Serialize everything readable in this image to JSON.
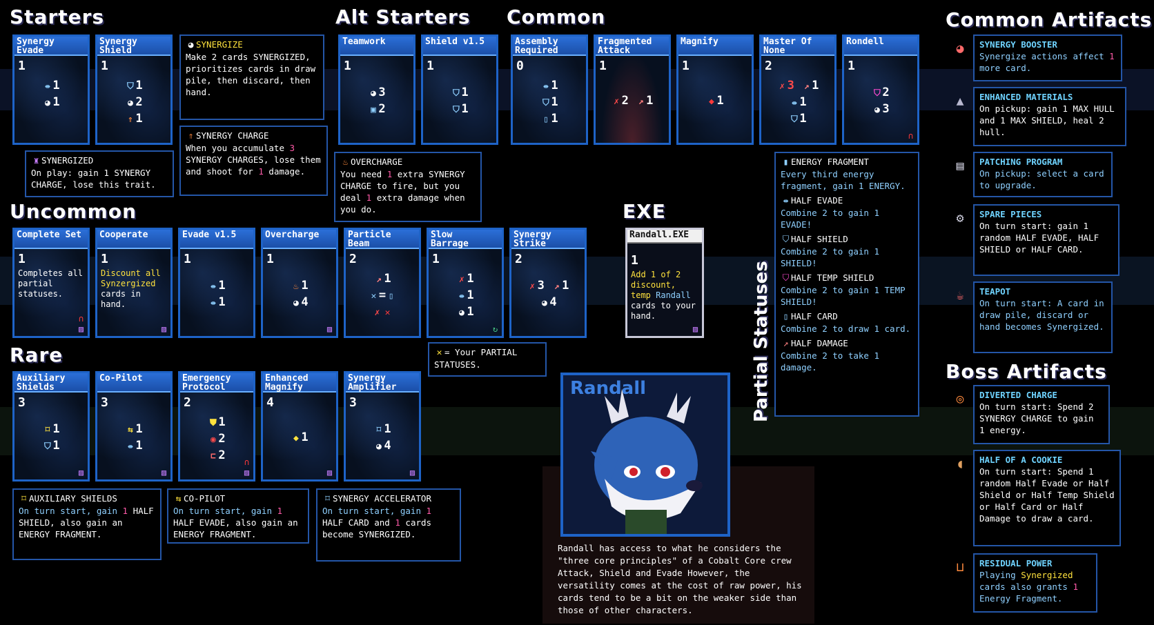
{
  "headings": {
    "starters": "Starters",
    "alt_starters": "Alt Starters",
    "common": "Common",
    "uncommon": "Uncommon",
    "rare": "Rare",
    "exe": "EXE",
    "partial_statuses": "Partial Statuses",
    "common_artifacts": "Common Artifacts",
    "boss_artifacts": "Boss Artifacts"
  },
  "cards": {
    "synergy_evade": {
      "title": "Synergy\nEvade",
      "cost": "1",
      "a1": "1",
      "a2": "1"
    },
    "synergy_shield": {
      "title": "Synergy\nShield",
      "cost": "1",
      "a1": "1",
      "a2": "2",
      "a3": "1"
    },
    "teamwork": {
      "title": "Teamwork",
      "cost": "1",
      "a1": "3",
      "a2": "2"
    },
    "shield_v15": {
      "title": "Shield v1.5",
      "cost": "1",
      "a1": "1",
      "a2": "1"
    },
    "assembly_required": {
      "title": "Assembly\nRequired",
      "cost": "0",
      "a1": "1",
      "a2": "1",
      "a3": "1"
    },
    "fragmented_attack": {
      "title": "Fragmented\nAttack",
      "cost": "1",
      "a1": "2",
      "a2": "1"
    },
    "magnify": {
      "title": "Magnify",
      "cost": "1",
      "a1": "1"
    },
    "master_of_none": {
      "title": "Master Of\nNone",
      "cost": "2",
      "a1": "3",
      "a2": "1",
      "a3": "1",
      "a4": "1"
    },
    "rondell": {
      "title": "Rondell",
      "cost": "1",
      "a1": "2",
      "a2": "3"
    },
    "complete_set": {
      "title": "Complete Set",
      "cost": "1",
      "desc": "Completes all partial statuses."
    },
    "cooperate": {
      "title": "Cooperate",
      "cost": "1",
      "desc_a": "Discount all ",
      "desc_b": "Synzergized",
      "desc_c": " cards in hand."
    },
    "evade_v15": {
      "title": "Evade v1.5",
      "cost": "1",
      "a1": "1",
      "a2": "1"
    },
    "overcharge": {
      "title": "Overcharge",
      "cost": "1",
      "a1": "1",
      "a2": "4"
    },
    "particle_beam": {
      "title": "Particle\nBeam",
      "cost": "2",
      "a1": "1",
      "a2": "=",
      "a3": ""
    },
    "slow_barrage": {
      "title": "Slow\nBarrage",
      "cost": "1",
      "a1": "1",
      "a2": "1",
      "a3": "1"
    },
    "synergy_strike": {
      "title": "Synergy\nStrike",
      "cost": "2",
      "a1": "3",
      "a2": "1",
      "a3": "4"
    },
    "auxiliary_shields": {
      "title": "Auxiliary\nShields",
      "cost": "3",
      "a1": "1",
      "a2": "1"
    },
    "co_pilot": {
      "title": "Co-Pilot",
      "cost": "3",
      "a1": "1",
      "a2": "1"
    },
    "emergency_protocol": {
      "title": "Emergency\nProtocol",
      "cost": "2",
      "a1": "1",
      "a2": "2",
      "a3": "2"
    },
    "enhanced_magnify": {
      "title": "Enhanced\nMagnify",
      "cost": "4",
      "a1": "1"
    },
    "synergy_amplifier": {
      "title": "Synergy\nAmplifier",
      "cost": "3",
      "a1": "1",
      "a2": "4"
    },
    "randall_exe": {
      "title": "Randall.EXE",
      "cost": "1",
      "d1": "Add 1 of 2",
      "d2": "discount,",
      "d3": "temp",
      "d4": " Randall",
      "d5": "cards to your hand."
    }
  },
  "boxes": {
    "synergize": {
      "title": "SYNERGIZE",
      "text": "Make 2 cards SYNERGIZED, prioritizes cards in draw pile, then discard, then hand."
    },
    "synergy_charge": {
      "title": "SYNERGY CHARGE",
      "t1": "When you accumulate ",
      "t2": "3",
      "t3": " SYNERGY CHARGES, lose them and shoot for ",
      "t4": "1",
      "t5": " damage."
    },
    "synergized": {
      "title": "SYNERGIZED",
      "text": "On play: gain 1 SYNERGY CHARGE, lose this trait."
    },
    "overcharge": {
      "title": "OVERCHARGE",
      "t1": "You need ",
      "t2": "1",
      "t3": " extra SYNERGY CHARGE to fire, but you deal ",
      "t4": "1",
      "t5": " extra damage when you do."
    },
    "partial_note": {
      "t1": "= Your PARTIAL STATUSES."
    },
    "auxiliary": {
      "title": "AUXILIARY SHIELDS",
      "t1": "On turn start, gain ",
      "t2": "1",
      "t3": " HALF SHIELD, also gain an ENERGY FRAGMENT."
    },
    "copilot": {
      "title": "CO-PILOT",
      "t1": "On turn start, gain ",
      "t2": "1",
      "t3": " HALF EVADE, also gain an ENERGY FRAGMENT."
    },
    "accelerator": {
      "title": "SYNERGY ACCELERATOR",
      "t1": "On turn start, gain ",
      "t2": "1",
      "t3": " HALF CARD and ",
      "t4": "1",
      "t5": " cards become SYNERGIZED."
    }
  },
  "partial": [
    {
      "title": "ENERGY FRAGMENT",
      "text": "Every third energy fragment, gain 1 ENERGY."
    },
    {
      "title": "HALF EVADE",
      "text": "Combine 2 to gain 1 EVADE!"
    },
    {
      "title": "HALF SHIELD",
      "text": "Combine 2 to gain 1 SHIELD!"
    },
    {
      "title": "HALF TEMP SHIELD",
      "text": "Combine 2 to gain 1 TEMP SHIELD!"
    },
    {
      "title": "HALF CARD",
      "text": "Combine 2 to draw 1 card."
    },
    {
      "title": "HALF DAMAGE",
      "text": "Combine 2 to take 1 damage."
    }
  ],
  "common_artifacts": [
    {
      "title": "SYNERGY BOOSTER",
      "t1": "Synergize actions affect ",
      "t2": "1",
      "t3": " more card."
    },
    {
      "title": "ENHANCED MATERIALS",
      "t1": "On pickup: gain 1 MAX HULL and 1 MAX SHIELD, heal 2 hull."
    },
    {
      "title": "PATCHING PROGRAM",
      "t1": "On pickup: select a card to upgrade."
    },
    {
      "title": "SPARE PIECES",
      "t1": "On turn start: gain 1 random HALF EVADE, HALF SHIELD or HALF CARD."
    },
    {
      "title": "TEAPOT",
      "t1": "On turn start: A card in draw pile, discard or hand becomes Synergized."
    }
  ],
  "boss_artifacts": [
    {
      "title": "DIVERTED CHARGE",
      "t1": "On turn start: Spend 2 SYNERGY CHARGE to gain 1 energy."
    },
    {
      "title": "HALF OF A COOKIE",
      "t1": "On turn start: Spend 1 random Half Evade or Half Shield or Half Temp Shield or Half Card or Half Damage to draw a card."
    },
    {
      "title": "RESIDUAL POWER",
      "t1": "Playing ",
      "t2": "Synergized",
      "t3": " cards also grants ",
      "t4": "1",
      "t5": " Energy Fragment."
    }
  ],
  "portrait": {
    "name": "Randall",
    "description": "Randall has access to what he considers the \"three core principles\" of a Cobalt Core crew Attack, Shield and Evade However, the versatility comes at the cost of raw power, his cards tend to be a bit on the weaker side than those of other characters."
  }
}
